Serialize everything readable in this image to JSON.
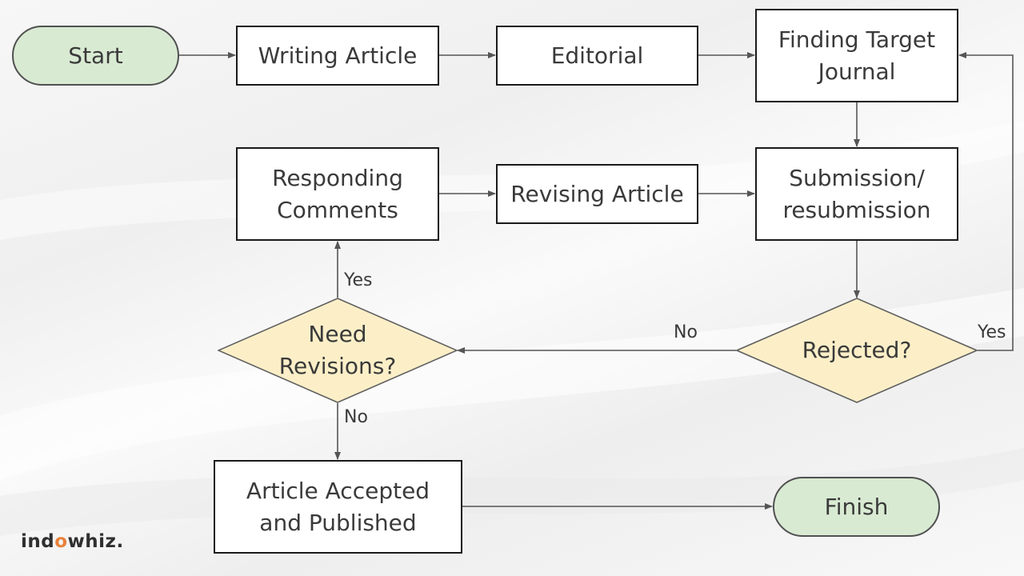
{
  "nodes": {
    "start": "Start",
    "writing_article": "Writing Article",
    "editorial": "Editorial",
    "finding_target_journal": "Finding Target\nJournal",
    "responding_comments": "Responding\nComments",
    "revising_article": "Revising Article",
    "submission": "Submission/\nresubmission",
    "need_revisions": "Need\nRevisions?",
    "rejected": "Rejected?",
    "accepted_published": "Article Accepted\nand Published",
    "finish": "Finish"
  },
  "edge_labels": {
    "need_revisions_yes": "Yes",
    "need_revisions_no": "No",
    "rejected_no": "No",
    "rejected_yes": "Yes"
  },
  "logo": {
    "prefix": "ind",
    "accent": "o",
    "suffix": "whiz."
  },
  "colors": {
    "terminal_fill": "#d9ead3",
    "decision_fill": "#fcefc8",
    "box_fill": "#ffffff",
    "arrow": "#555555",
    "logo_accent": "#e8813a"
  }
}
